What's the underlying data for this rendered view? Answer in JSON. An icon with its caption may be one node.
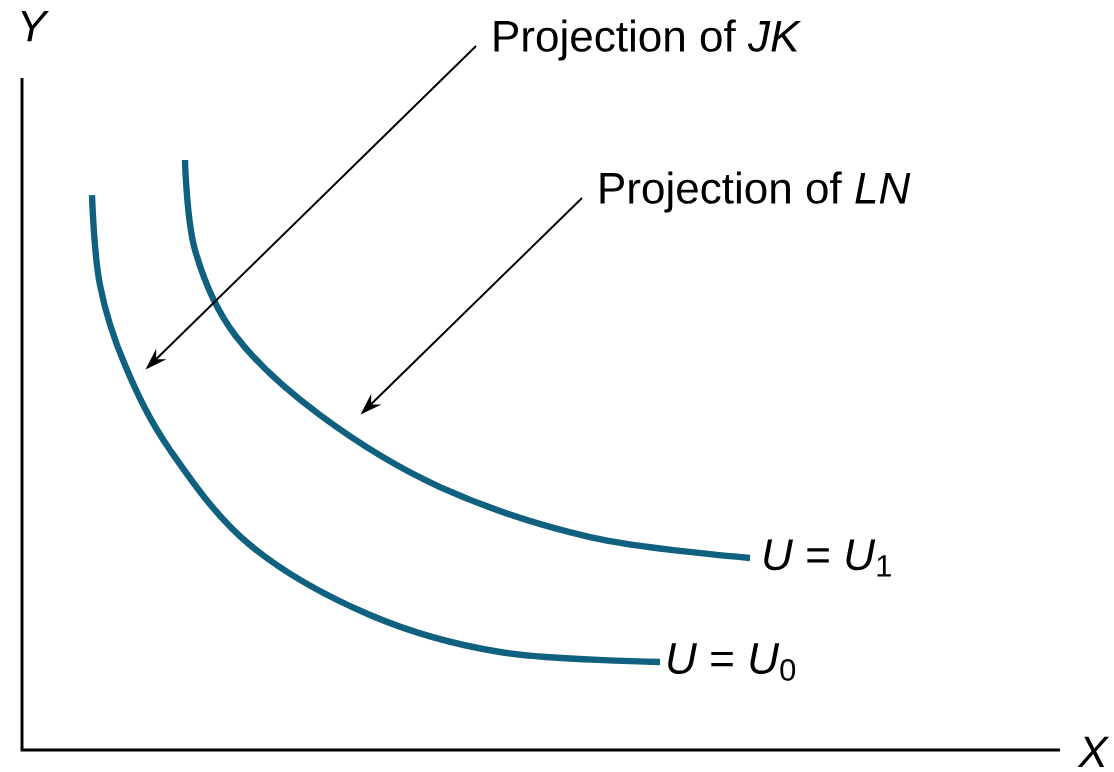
{
  "diagram": {
    "nodes": [
      {
        "text": [
          "Projection of *JK*"
        ]
      },
      {
        "text": [
          "Projection of *LN*"
        ]
      },
      {
        "text": [],
        "shape": "curve",
        "beside": [
          "*U* = *U*$_{0}$"
        ]
      },
      {
        "text": [],
        "shape": "curve",
        "beside": [
          "*U* = *U*$_{1}$"
        ]
      }
    ],
    "edges": [
      {
        "from": 0,
        "to": 2,
        "arrow": "to"
      },
      {
        "from": 1,
        "to": 3,
        "arrow": "to"
      }
    ],
    "labels": [
      "*Y*",
      "*X*"
    ]
  }
}
